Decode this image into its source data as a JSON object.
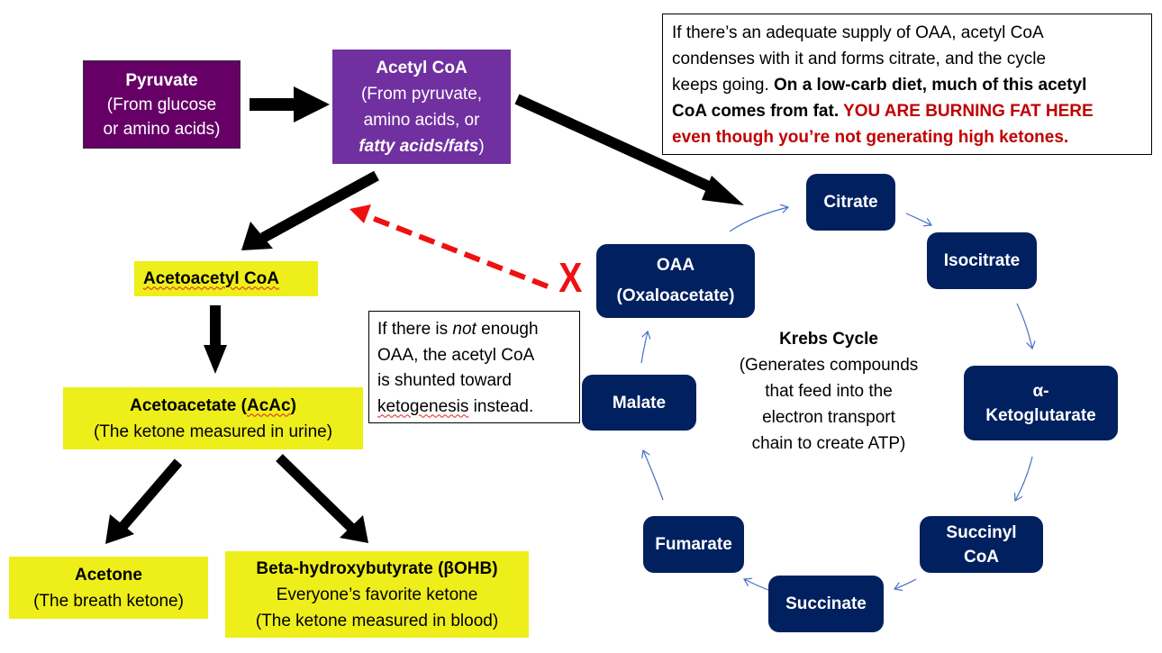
{
  "colors": {
    "pyruvate_fill": "#660066",
    "acetyl_coa_fill": "#7030a0",
    "ketone_fill": "#eeee1a",
    "krebs_fill": "#002060",
    "cycle_arrow": "#4472c4",
    "blocked_path": "#ee1111",
    "emphasis_red": "#c00000"
  },
  "pyruvate": {
    "title": "Pyruvate",
    "line1": "(From glucose",
    "line2": "or amino acids)"
  },
  "acetyl_coa": {
    "title": "Acetyl CoA",
    "line1": "(From pyruvate,",
    "line2": "amino acids, or",
    "line3_italic": "fatty acids/fats",
    "line3_end": ")"
  },
  "top_note": {
    "line1": "If there’s an adequate supply of OAA, acetyl CoA",
    "line2": "condenses with it and forms citrate, and the cycle",
    "line3_plain": "keeps going. ",
    "line3_bold": "On a low-carb diet, much of this acetyl",
    "line4_bold": "CoA comes from fat. ",
    "line4_red": "YOU ARE BURNING FAT HERE",
    "line5_red": "even though you’re not generating high ketones."
  },
  "ketogenesis": {
    "acetoacetyl_coa": "Acetoacetyl CoA",
    "acetoacetate_title_prefix": "Acetoacetate (",
    "acetoacetate_abbrev": "AcAc",
    "acetoacetate_title_suffix": ")",
    "acetoacetate_desc": "(The ketone measured in urine)",
    "acetone_title": "Acetone",
    "acetone_desc": "(The breath ketone)",
    "bhb_title": "Beta-hydroxybutyrate (βOHB)",
    "bhb_line1": "Everyone’s favorite ketone",
    "bhb_line2": "(The ketone measured in blood)"
  },
  "blocked_marker": "X",
  "shunt_note": {
    "line1_pre": "If there is ",
    "line1_italic": "not",
    "line1_post": " enough",
    "line2": "OAA, the acetyl CoA",
    "line3": "is shunted toward",
    "line4_word": "ketogenesis",
    "line4_rest": " instead."
  },
  "krebs": {
    "title": "Krebs Cycle",
    "desc": [
      "(Generates compounds",
      "that feed into the",
      "electron transport",
      "chain to create ATP)"
    ],
    "nodes": {
      "citrate": [
        "Citrate"
      ],
      "isocitrate": [
        "Isocitrate"
      ],
      "alpha_ketoglutarate": [
        "α-",
        "Ketoglutarate"
      ],
      "succinyl_coa": [
        "Succinyl",
        "CoA"
      ],
      "succinate": [
        "Succinate"
      ],
      "fumarate": [
        "Fumarate"
      ],
      "malate": [
        "Malate"
      ],
      "oaa": [
        "OAA",
        "(Oxaloacetate)"
      ]
    }
  }
}
